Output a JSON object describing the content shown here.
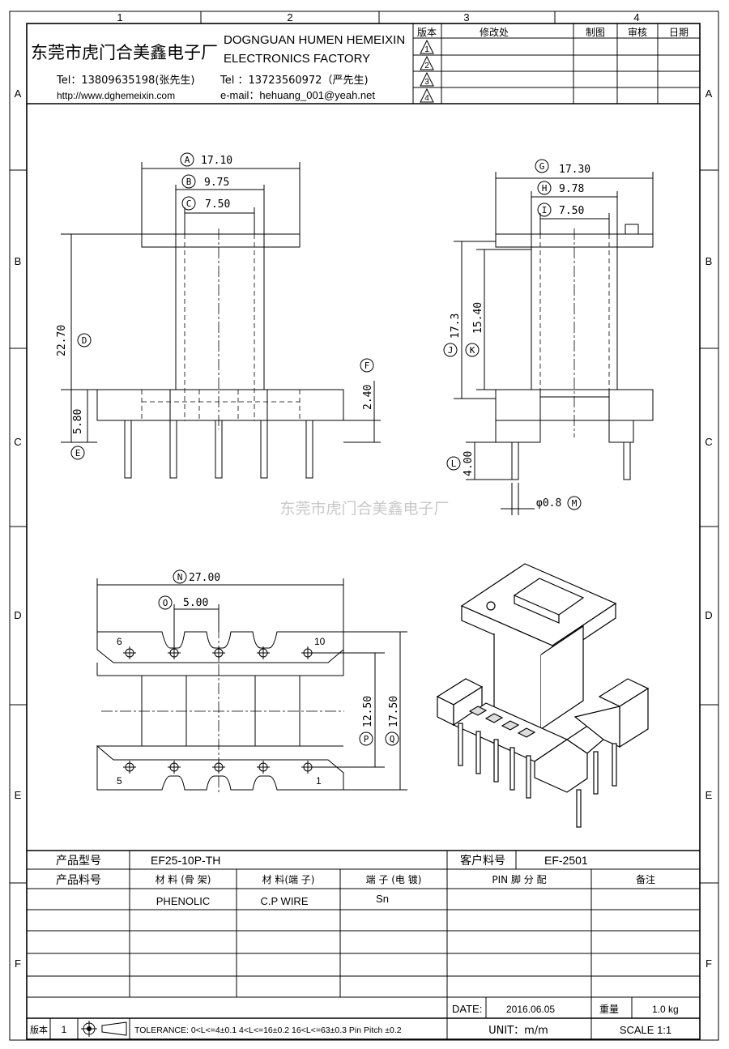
{
  "grid": {
    "columns": [
      "1",
      "2",
      "3",
      "4"
    ],
    "rows": [
      "A",
      "B",
      "C",
      "D",
      "E",
      "F"
    ]
  },
  "company": {
    "name_cn": "东莞市虎门合美鑫电子厂",
    "name_en_1": "DOGNGUAN HUMEN HEMEIXIN",
    "name_en_2": "ELECTRONICS FACTORY",
    "tel1": "Tel：13809635198(张先生)",
    "url": "http://www.dghemeixin.com",
    "tel2": "Tel ：13723560972（严先生)",
    "email": "e-mail：hehuang_001@yeah.net"
  },
  "revision_table": {
    "headers": [
      "版本",
      "修改处",
      "制图",
      "审核",
      "日期"
    ],
    "rows": [
      "1",
      "2",
      "3",
      "4"
    ]
  },
  "watermark": "东莞市虎门合美鑫电子厂",
  "dimensions": {
    "A": "17.10",
    "B": "9.75",
    "C": "7.50",
    "D": "22.70",
    "E": "5.80",
    "F": "2.40",
    "G": "17.30",
    "H": "9.78",
    "I": "7.50",
    "J": "17.3",
    "K": "15.40",
    "L": "4.00",
    "M": "φ0.8",
    "N": "27.00",
    "O": "5.00",
    "P": "12.50",
    "Q": "17.50"
  },
  "pin_labels": {
    "p6": "6",
    "p10": "10",
    "p5": "5",
    "p1": "1"
  },
  "title_block": {
    "product_model_label": "产品型号",
    "product_model": "EF25-10P-TH",
    "customer_no_label": "客户料号",
    "customer_no": "EF-2501",
    "product_no_label": "产品料号",
    "col_material_frame": "材 料 (骨 架)",
    "col_material_pin": "材 料(端 子)",
    "col_plating": "端 子 (电 镀)",
    "col_pin_assign": "PIN 脚 分 配",
    "col_remark": "备注",
    "material_frame": "PHENOLIC",
    "material_pin": "C.P WIRE",
    "plating": "Sn",
    "date_label": "DATE:",
    "date": "2016.06.05",
    "weight_label": "重量",
    "weight": "1.0 kg",
    "version_label": "版本",
    "version": "1",
    "tolerance": "TOLERANCE:  0<L<=4±0.1  4<L<=16±0.2  16<L<=63±0.3  Pin Pitch  ±0.2",
    "unit": "UNIT：m/m",
    "scale": "SCALE   1:1"
  }
}
